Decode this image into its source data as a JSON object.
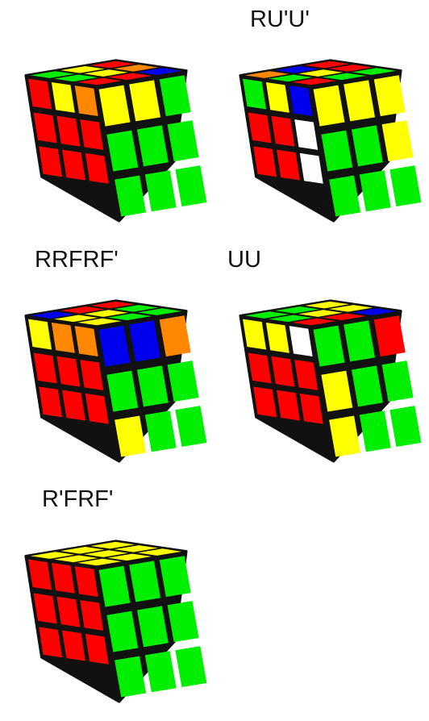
{
  "colors": {
    "R": "#ff0000",
    "G": "#00ee00",
    "Y": "#ffff00",
    "O": "#ff8800",
    "B": "#0000ee",
    "W": "#ffffff",
    "frame": "#111111"
  },
  "cubes": [
    {
      "label": "",
      "top": [
        [
          "R",
          "O",
          "B"
        ],
        [
          "Y",
          "Y",
          "R"
        ],
        [
          "G",
          "G",
          "R"
        ]
      ],
      "front": [
        [
          "R",
          "Y",
          "O"
        ],
        [
          "R",
          "R",
          "R"
        ],
        [
          "R",
          "R",
          "R"
        ]
      ],
      "right": [
        [
          "Y",
          "Y",
          "G"
        ],
        [
          "G",
          "G",
          "G"
        ],
        [
          "G",
          "G",
          "G"
        ]
      ]
    },
    {
      "label": "RU'U'",
      "top": [
        [
          "R",
          "R",
          "G"
        ],
        [
          "B",
          "Y",
          "G"
        ],
        [
          "O",
          "G",
          "R"
        ]
      ],
      "front": [
        [
          "G",
          "Y",
          "B"
        ],
        [
          "R",
          "R",
          "W"
        ],
        [
          "R",
          "R",
          "W"
        ]
      ],
      "right": [
        [
          "Y",
          "Y",
          "Y"
        ],
        [
          "G",
          "G",
          "Y"
        ],
        [
          "G",
          "G",
          "G"
        ]
      ]
    },
    {
      "label": "RRFRF'",
      "top": [
        [
          "R",
          "G",
          "G"
        ],
        [
          "R",
          "Y",
          "G"
        ],
        [
          "B",
          "Y",
          "Y"
        ]
      ],
      "front": [
        [
          "Y",
          "O",
          "O"
        ],
        [
          "R",
          "R",
          "R"
        ],
        [
          "R",
          "R",
          "R"
        ]
      ],
      "right": [
        [
          "B",
          "B",
          "O"
        ],
        [
          "G",
          "G",
          "G"
        ],
        [
          "Y",
          "G",
          "G"
        ]
      ]
    },
    {
      "label": "UU",
      "top": [
        [
          "Y",
          "Y",
          "B"
        ],
        [
          "G",
          "Y",
          "R"
        ],
        [
          "G",
          "G",
          "R"
        ]
      ],
      "front": [
        [
          "Y",
          "Y",
          "W"
        ],
        [
          "R",
          "R",
          "R"
        ],
        [
          "R",
          "R",
          "R"
        ]
      ],
      "right": [
        [
          "G",
          "G",
          "R"
        ],
        [
          "Y",
          "G",
          "G"
        ],
        [
          "Y",
          "G",
          "G"
        ]
      ]
    },
    {
      "label": "R'FRF'",
      "top": [
        [
          "Y",
          "Y",
          "Y"
        ],
        [
          "Y",
          "Y",
          "Y"
        ],
        [
          "Y",
          "Y",
          "Y"
        ]
      ],
      "front": [
        [
          "R",
          "R",
          "R"
        ],
        [
          "R",
          "R",
          "R"
        ],
        [
          "R",
          "R",
          "R"
        ]
      ],
      "right": [
        [
          "G",
          "G",
          "G"
        ],
        [
          "G",
          "G",
          "G"
        ],
        [
          "G",
          "G",
          "G"
        ]
      ]
    }
  ]
}
